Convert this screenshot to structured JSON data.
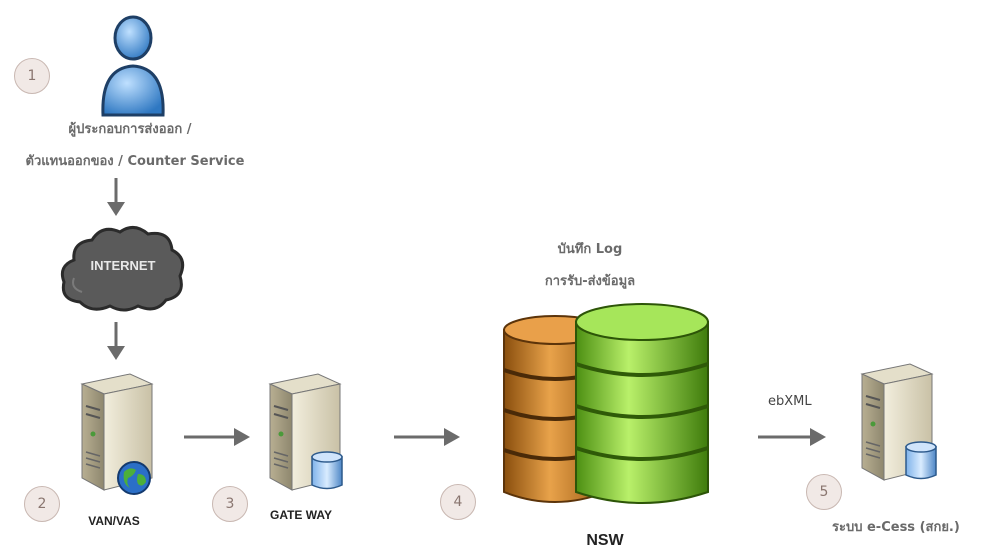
{
  "steps": [
    "1",
    "2",
    "3",
    "4",
    "5"
  ],
  "labels": {
    "user_line1": "ผู้ประกอบการส่งออก /",
    "user_line2": "ตัวแทนออกของ / Counter Service",
    "internet": "INTERNET",
    "van": "VAN/VAS",
    "gateway": "GATE WAY",
    "log_line1": "บันทึก Log",
    "log_line2": "การรับ-ส่งข้อมูล",
    "nsw": "NSW",
    "ebxml": "ebXML",
    "ecess": "ระบบ e-Cess (สกย.)"
  },
  "colors": {
    "arrow": "#6b6b6b",
    "step_fill": "#f1e9e6",
    "db_green": "#7cc832",
    "db_orange": "#c9801f",
    "cloud": "#5a5a5a"
  }
}
